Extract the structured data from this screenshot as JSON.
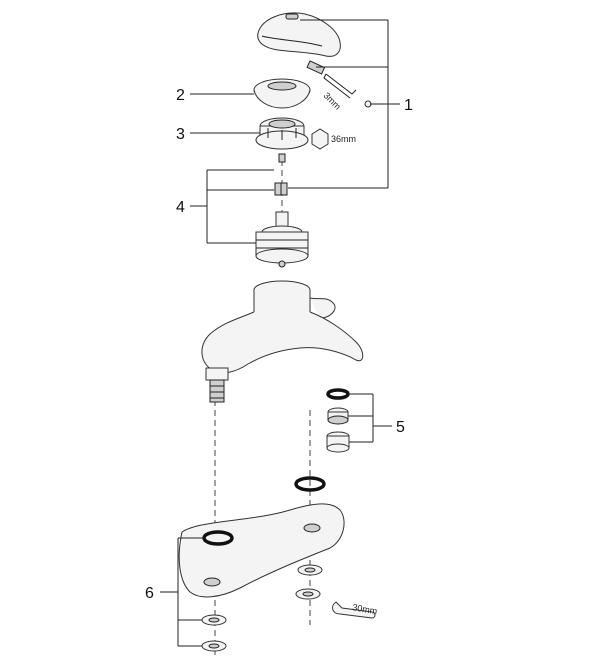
{
  "callouts": {
    "c1": "1",
    "c2": "2",
    "c3": "3",
    "c4": "4",
    "c5": "5",
    "c6": "6"
  },
  "tool_labels": {
    "hex_key": "3mm",
    "spanner_36": "36mm",
    "spanner_30": "30mm"
  }
}
